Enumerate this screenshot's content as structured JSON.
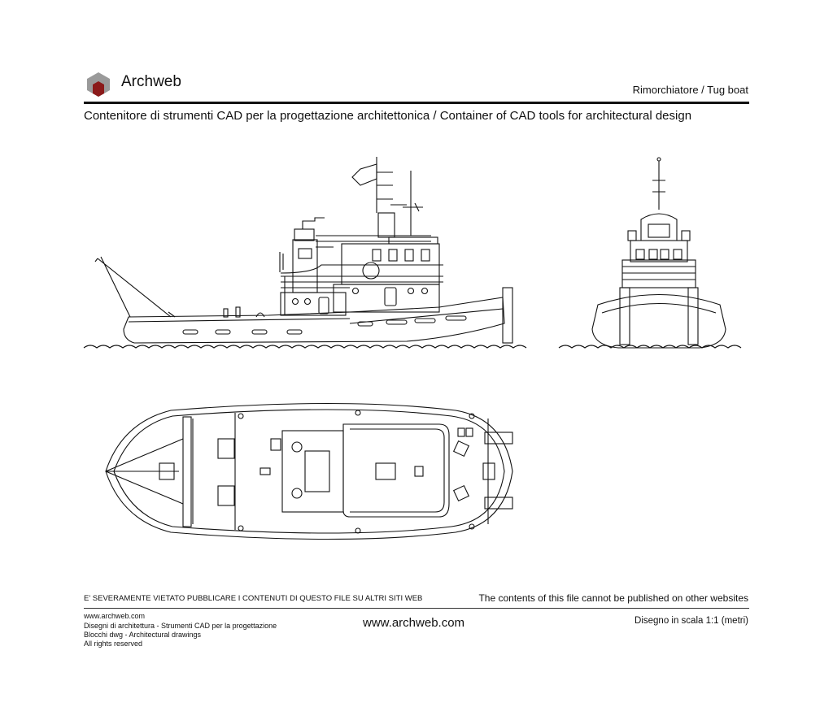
{
  "header": {
    "logo_text": "Archweb",
    "document_title": "Rimorchiatore  /  Tug boat",
    "subtitle": "Contenitore di strumenti CAD per la progettazione architettonica  /  Container of CAD tools for architectural design"
  },
  "drawing": {
    "views": [
      "side-elevation",
      "front-elevation",
      "plan-view"
    ],
    "accent_color": "#8b1a1a"
  },
  "footer": {
    "warning_it": "E' SEVERAMENTE VIETATO PUBBLICARE I CONTENUTI DI QUESTO FILE SU ALTRI SITI WEB",
    "warning_en": "The contents of this file cannot be published on other websites",
    "lines": [
      "www.archweb.com",
      "Disegni di architettura - Strumenti CAD  per la progettazione",
      "Blocchi dwg - Architectural drawings",
      "All rights reserved"
    ],
    "site": "www.archweb.com",
    "scale": "Disegno in scala 1:1 (metri)"
  }
}
